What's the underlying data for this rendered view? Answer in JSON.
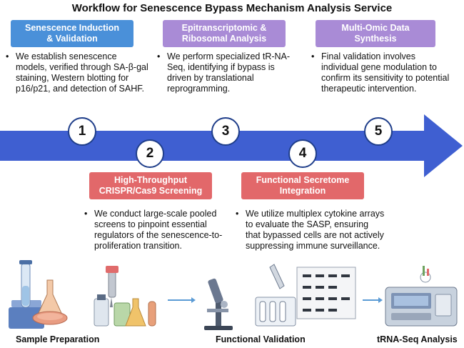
{
  "title": "Workflow for Senescence Bypass Mechanism Analysis Service",
  "steps": [
    {
      "number": "1",
      "header_lines": [
        "Senescence Induction",
        "& Validation"
      ],
      "color": "#4a90d9",
      "description": "We establish senescence models, verified through SA-β-gal staining, Western blotting for p16/p21, and detection of SAHF."
    },
    {
      "number": "2",
      "header_lines": [
        "High-Throughput",
        "CRISPR/Cas9 Screening"
      ],
      "color": "#a98bd6",
      "description": "We conduct large-scale pooled screens to pinpoint essential regulators of the senescence-to-proliferation transition."
    },
    {
      "number": "3",
      "header_lines": [
        "Epitranscriptomic &",
        "Ribosomal Analysis"
      ],
      "color": "#a98bd6",
      "description": "We perform specialized tR-NA-Seq, identifying if bypass is driven by translational reprogramming."
    },
    {
      "number": "4",
      "header_lines": [
        "Functional Secretome",
        "Integration"
      ],
      "color": "#e2686a",
      "description": "We utilize multiplex cytokine arrays to evaluate the SASP, ensuring that bypassed cells are not actively suppressing immune surveillance."
    },
    {
      "number": "5",
      "header_lines": [
        "Multi-Omic Data",
        "Synthesis"
      ],
      "color": "#a98bd6",
      "description": "Final validation involves individual gene modulation to confirm its sensitivity to potential therapeutic intervention."
    }
  ],
  "bottom_labels": {
    "sample_preparation": "Sample Preparation",
    "functional_validation": "Functional Validation",
    "trna_seq_analysis": "tRNA-Seq Analysis"
  },
  "colors": {
    "arrow": "#3f5fd1",
    "circle_border": "#1f3e8a"
  }
}
